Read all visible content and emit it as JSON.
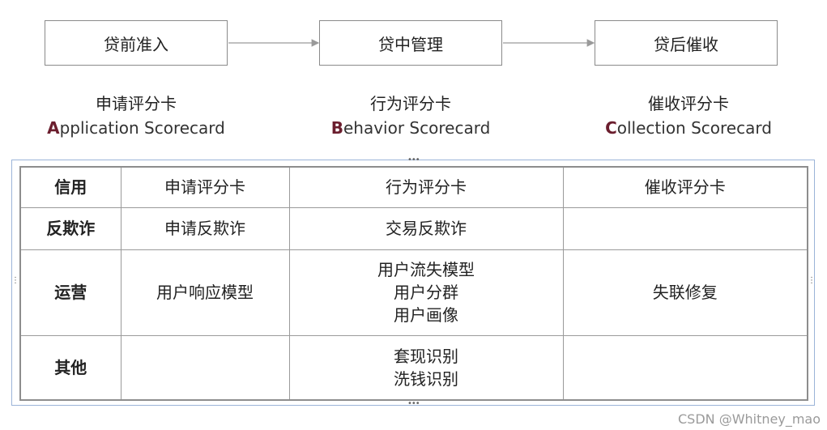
{
  "stages": [
    "贷前准入",
    "贷中管理",
    "贷后催收"
  ],
  "scorecards": [
    {
      "cn": "申请评分卡",
      "initial": "A",
      "en_rest": "pplication Scorecard"
    },
    {
      "cn": "行为评分卡",
      "initial": "B",
      "en_rest": "ehavior Scorecard"
    },
    {
      "cn": "催收评分卡",
      "initial": "C",
      "en_rest": "ollection Scorecard"
    }
  ],
  "table": {
    "rows": [
      {
        "head": "信用",
        "cells": [
          [
            "申请评分卡"
          ],
          [
            "行为评分卡"
          ],
          [
            "催收评分卡"
          ]
        ]
      },
      {
        "head": "反欺诈",
        "cells": [
          [
            "申请反欺诈"
          ],
          [
            "交易反欺诈"
          ],
          []
        ]
      },
      {
        "head": "运营",
        "cells": [
          [
            "用户响应模型"
          ],
          [
            "用户流失模型",
            "用户分群",
            "用户画像"
          ],
          [
            "失联修复"
          ]
        ]
      },
      {
        "head": "其他",
        "cells": [
          [],
          [
            "套现识别",
            "洗钱识别"
          ],
          []
        ]
      }
    ]
  },
  "watermark": "CSDN @Whitney_mao",
  "colors": {
    "initial_letter": "#6b1e2e",
    "border": "#8d8d8d",
    "frame": "#9bb4d8"
  }
}
